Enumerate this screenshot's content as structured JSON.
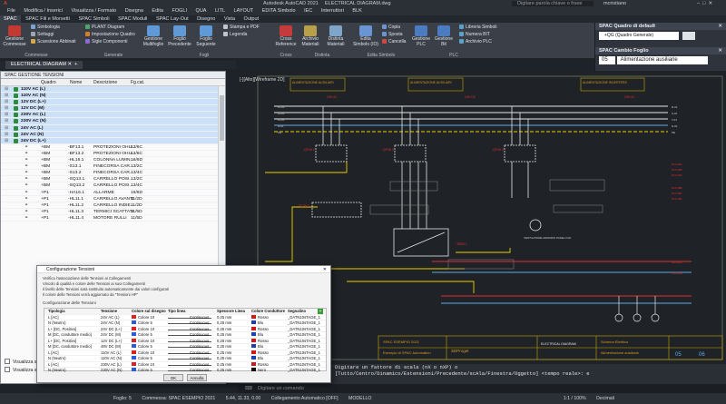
{
  "title": {
    "app": "Autodesk AutoCAD 2021",
    "file": "ELECTRICAL DIAGRAM.dwg",
    "search": "Digitare parola chiave o frase",
    "user": "mcristiano"
  },
  "menu": [
    "File",
    "Modifica / Inserici",
    "Visualizza / Formato",
    "Disegna",
    "Edita",
    "FOGLI",
    "QUA",
    "LITL",
    "LAYOUT",
    "EDITA Simbolo",
    "IEC",
    "Interruttori",
    "BLK"
  ],
  "ribbon_tabs": [
    "SPAC",
    "SPAC Fili e Morsetti",
    "SPAC Simboli",
    "SPAC Moduli",
    "SPAC Lay-Out",
    "Disegno",
    "Vista",
    "Output"
  ],
  "ribbon": {
    "commesse": {
      "button": "Gestione Commesse",
      "items": [
        "Simbologia",
        "Settaggi",
        "Scansione Abbinati"
      ],
      "label": "Commesse"
    },
    "generale": {
      "items": [
        "PLANT Diagram",
        "Impostazione Quadro",
        "Sigle Componenti"
      ],
      "label": "Generale"
    },
    "fogli": {
      "buttons": [
        "Gestione Multifoglio",
        "Foglio Precedente",
        "Foglio Seguente"
      ],
      "items": [
        "Stampa e PDF",
        "Legenda"
      ],
      "label": "Fogli"
    },
    "cross": {
      "button": "Cross Reference",
      "label": "Cross"
    },
    "distinta": {
      "buttons": [
        "Archivio Materiali",
        "Distinta Materiali"
      ],
      "label": "Distinta"
    },
    "edita": {
      "button": "Edita Simbolo (IO)",
      "items": [
        "Copia",
        "Sposta",
        "Cancella"
      ],
      "label": "Edita Simbolo"
    },
    "plc": {
      "buttons": [
        "Gestione PLC",
        "Gestione Bit"
      ],
      "items": [
        "Libreria Simboli",
        "Numera BIT",
        "Archivio PLC"
      ],
      "label": "PLC"
    }
  },
  "right_panel": {
    "quadro_title": "SPAC Quadro di default",
    "quadro_value": "+QG (Quadro Generale)",
    "foglio_title": "SPAC Cambio Foglio",
    "foglio_num": "05",
    "foglio_value": "Alimentazione ausiliarie"
  },
  "doc_tab": "ELECTRICAL DIAGRAM",
  "left_panel": {
    "title": "SPAC GESTIONE TENSIONI",
    "columns": {
      "quadro": "Quadro",
      "nome": "Nome",
      "descr": "Descrizione",
      "fg": "Fg.cat."
    },
    "groups": [
      {
        "label": "110V AC (L)"
      },
      {
        "label": "110V AC (N)"
      },
      {
        "label": "12V DC (L+)"
      },
      {
        "label": "12V DC (M)"
      },
      {
        "label": "230V AC (L)"
      },
      {
        "label": "230V AC (N)"
      },
      {
        "label": "24V AC (L)"
      },
      {
        "label": "24V AC (N)"
      },
      {
        "label": "24V DC (L+)"
      }
    ],
    "rows": [
      {
        "quadro": "+BM",
        "nome": "-BF13.1",
        "descr": "PROTEZIONI OHU...",
        "fg": "13/6C"
      },
      {
        "quadro": "+BM",
        "nome": "-BF13.2",
        "descr": "PROTEZIONI OHU...",
        "fg": "13/6C"
      },
      {
        "quadro": "+BM",
        "nome": "-HL16.1",
        "descr": "COLONNA LUMIN...",
        "fg": "16/6D"
      },
      {
        "quadro": "+BM",
        "nome": "-S13.1",
        "descr": "FINECORSA CAR...",
        "fg": "13/2C"
      },
      {
        "quadro": "+BM",
        "nome": "-S13.2",
        "descr": "FINECORSA CAR...",
        "fg": "13/4C"
      },
      {
        "quadro": "+BM",
        "nome": "-SQ13.1",
        "descr": "CARRELLO POSI...",
        "fg": "13/2C"
      },
      {
        "quadro": "+BM",
        "nome": "-SQ13.2",
        "descr": "CARRELLO POSI...",
        "fg": "13/4C"
      },
      {
        "quadro": "+P1",
        "nome": "-HA16.1",
        "descr": "ALLARME",
        "fg": "16/6D"
      },
      {
        "quadro": "+P1",
        "nome": "-HL11.1",
        "descr": "CARRELLO AVANTI",
        "fg": "11/2D"
      },
      {
        "quadro": "+P1",
        "nome": "-HL11.2",
        "descr": "CARRELLO INDIE...",
        "fg": "11/2D"
      },
      {
        "quadro": "+P1",
        "nome": "-HL11.3",
        "descr": "TERMICI SCATTATI",
        "fg": "11/5D"
      },
      {
        "quadro": "+P1",
        "nome": "-HL11.4",
        "descr": "MOTORE RULLI",
        "fg": "11/5D"
      }
    ],
    "checkboxes": [
      "Visualizza solo tensioni",
      "Visualizza solo tensioni"
    ]
  },
  "dialog": {
    "title": "Configurazione Tensioni",
    "info": [
      "Verifica l'associazione delle Tensioni ai Collegamenti",
      "Vincolo di qualità e colore delle Tensioni ai suoi Collegamenti",
      "Il livello delle Tensioni sarà sostituito automaticamente dai valori configurati",
      "Il colore delle Tensioni verrà aggiornato da \"Tensioni HP\""
    ],
    "group": "Configurazione delle Tensioni",
    "columns": [
      "Tipologia",
      "Tensione",
      "Colore sul disegno",
      "Tipo linea",
      "Spessore Linea",
      "Colore Conduttore",
      "Segnalino"
    ],
    "rows": [
      {
        "tipo": "L [AC]",
        "tens": "24V AC (L)",
        "col": "Colore 10",
        "cc": "#e02020",
        "linea": "Continuous",
        "sp": "0,25 mm",
        "cond": "Rosso",
        "cond_c": "#d01818",
        "seg": "_DATN10sTAGE_1"
      },
      {
        "tipo": "N (Neutro)",
        "tens": "24V AC (N)",
        "col": "Colore 5",
        "cc": "#2a5bd8",
        "linea": "Continuous",
        "sp": "0,25 mm",
        "cond": "Blu",
        "cond_c": "#1f3fb0",
        "seg": "_DATN10sTAGE_1"
      },
      {
        "tipo": "L+ [DC, Positivo]",
        "tens": "24V DC (L+)",
        "col": "Colore 10",
        "cc": "#e02020",
        "linea": "Continuous",
        "sp": "0,25 mm",
        "cond": "Rosso",
        "cond_c": "#d01818",
        "seg": "_DATN10sTAGE_1"
      },
      {
        "tipo": "M [DC, conduttore medio]",
        "tens": "24V DC (M)",
        "col": "Colore 5",
        "cc": "#2a5bd8",
        "linea": "Continuous",
        "sp": "0,25 mm",
        "cond": "Blu",
        "cond_c": "#1f3fb0",
        "seg": "_DATN10sTAGE_1"
      },
      {
        "tipo": "L+ [DC, Positivo]",
        "tens": "12V DC (L+)",
        "col": "Colore 10",
        "cc": "#e02020",
        "linea": "Continuous",
        "sp": "0,25 mm",
        "cond": "Rosso",
        "cond_c": "#d01818",
        "seg": "_DATN10sTAGE_1"
      },
      {
        "tipo": "M [DC, conduttore medio]",
        "tens": "48V DC (M)",
        "col": "Colore 5",
        "cc": "#2a5bd8",
        "linea": "Continuous",
        "sp": "0,25 mm",
        "cond": "Blu",
        "cond_c": "#1f3fb0",
        "seg": "_DATN10sTAGE_1"
      },
      {
        "tipo": "L [AC]",
        "tens": "110V AC (L)",
        "col": "Colore 10",
        "cc": "#e02020",
        "linea": "Continuous",
        "sp": "0,25 mm",
        "cond": "Rosso",
        "cond_c": "#d01818",
        "seg": "_DATN10sTAGE_1"
      },
      {
        "tipo": "N (Neutro)",
        "tens": "110V AC (N)",
        "col": "Colore 5",
        "cc": "#2a5bd8",
        "linea": "Continuous",
        "sp": "0,25 mm",
        "cond": "Blu",
        "cond_c": "#1f3fb0",
        "seg": "_DATN10sTAGE_1"
      },
      {
        "tipo": "L [AC]",
        "tens": "230V AC (L)",
        "col": "Colore 10",
        "cc": "#e02020",
        "linea": "Continuous",
        "sp": "0,25 mm",
        "cond": "Rosso",
        "cond_c": "#d01818",
        "seg": "_DATN10sTAGE_1"
      },
      {
        "tipo": "N (Neutro)",
        "tens": "230V AC (N)",
        "col": "Colore 5",
        "cc": "#2a5bd8",
        "linea": "Continuous",
        "sp": "0,25 mm",
        "cond": "Nero",
        "cond_c": "#111111",
        "seg": "_DATN10sTAGE_1"
      }
    ],
    "ok": "OK",
    "cancel": "Annulla"
  },
  "canvas": {
    "viewport_label": "[-][Alto][Wireframe 2D]",
    "title_box": "SPAC ESEMPIO 2021",
    "subtitle_box": "Esempio di SPAC Automation",
    "company": "SDProget",
    "diagram_label": "ELECTRICAL DIAGRAM",
    "sheet_title": "Schema Elettrico",
    "sheet_desc": "Alimentazione ausiliarie",
    "sheet_num": "05",
    "sheet_next": "06",
    "rails": [
      "L1-01",
      "L2-01",
      "L3-01",
      "N-01",
      "PE"
    ],
    "rails_right": [
      "R-01",
      "S-01",
      "T-01",
      "N-01",
      "PE"
    ],
    "breakers": [
      "-QF05.1",
      "-QF05.2",
      "-QF05.3"
    ],
    "top_labels": [
      "ALIMENTAZIONE AUSILIARI",
      "ALIMENTAZIONE AUSILIARI",
      "ALIMENTAZIONE INVERTERS"
    ],
    "voltage_tags": [
      "24V AC",
      "24V DC",
      "24V AC"
    ],
    "transformer": "-TC05.1",
    "psu": "-TB05.2",
    "fan": "VENTILATORE ARMADIO PANEL FAN"
  },
  "command": {
    "line1": "Digitare un fattore di scala (nX o nXP) o",
    "line2": "[Tutto/Centro/Dinamico/Estensioni/Precedente/scAla/Finestra/Oggetto] <tempo reale>: e",
    "input": "Digitare un comando"
  },
  "status": {
    "foglio": "Foglio: 5",
    "commessa": "Commessa: SPAC ESEMPIO 2021",
    "coords": "5.44, 11.33, 0.00",
    "collegamento": "Collegamento Automatico [OFF]",
    "model": "MODELLO",
    "scale": "1:1 / 100%",
    "units": "Decimali"
  },
  "colors": {
    "accent": "#d6b000",
    "wire_red": "#e03030",
    "wire_yellow": "#e8d000",
    "wire_white": "#e8e8e8"
  }
}
